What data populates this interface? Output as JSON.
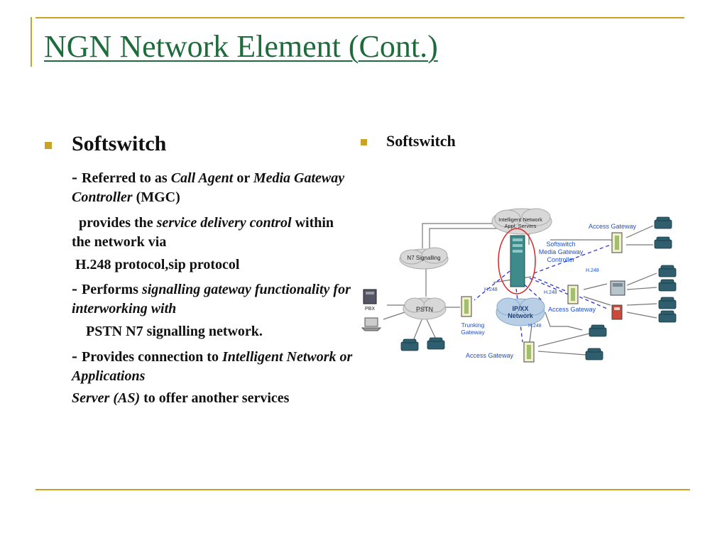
{
  "slide": {
    "title": "NGN Network Element (Cont.)"
  },
  "left": {
    "heading": "Softswitch",
    "p1": {
      "a": "- ",
      "b": "Referred to as ",
      "c": "Call Agent",
      "d": " or ",
      "e": "Media Gateway Controller",
      "f": " (MGC)"
    },
    "p2": {
      "a": "provides the ",
      "b": "service delivery control",
      "c": " within the network via"
    },
    "p3": "H.248 protocol,sip protocol",
    "p4": {
      "a": "- ",
      "b": "Performs ",
      "c": "signalling gateway functionality for interworking with"
    },
    "p5": "PSTN N7 signalling network.",
    "p6": {
      "a": "- ",
      "b": "Provides connection to ",
      "c": "Intelligent Network or Applications"
    },
    "p7": {
      "a": "Server (AS)",
      "b": " to offer another services"
    }
  },
  "right": {
    "heading": "Softswitch"
  },
  "diagram": {
    "labels": {
      "in_servers_1": "Intelligent Network",
      "in_servers_2": "Appl. Servers",
      "n7": "N7 Signalling",
      "softswitch_1": "Softswitch",
      "softswitch_2": "Media Gateway",
      "softswitch_3": "Controller",
      "access_gw_top": "Access Gateway",
      "access_gw_mid": "Access Gateway",
      "access_gw_bottom": "Access Gateway",
      "pstn": "PSTN",
      "pbx": "PBX",
      "ipxx_1": "IP/XX",
      "ipxx_2": "Network",
      "trunking_1": "Trunking",
      "trunking_2": "Gateway",
      "h248_a": "H.248",
      "h248_b": "H.248",
      "h248_c": "H.248",
      "h248_d": "H.248"
    },
    "colors": {
      "label_blue": "#1f4fd1",
      "cloud": "#d8d8d8",
      "ip_cloud": "#b9cfe6",
      "dashed_link": "#3b3bd9",
      "highlight": "#d22b2b",
      "server": "#3f8a8a"
    }
  }
}
